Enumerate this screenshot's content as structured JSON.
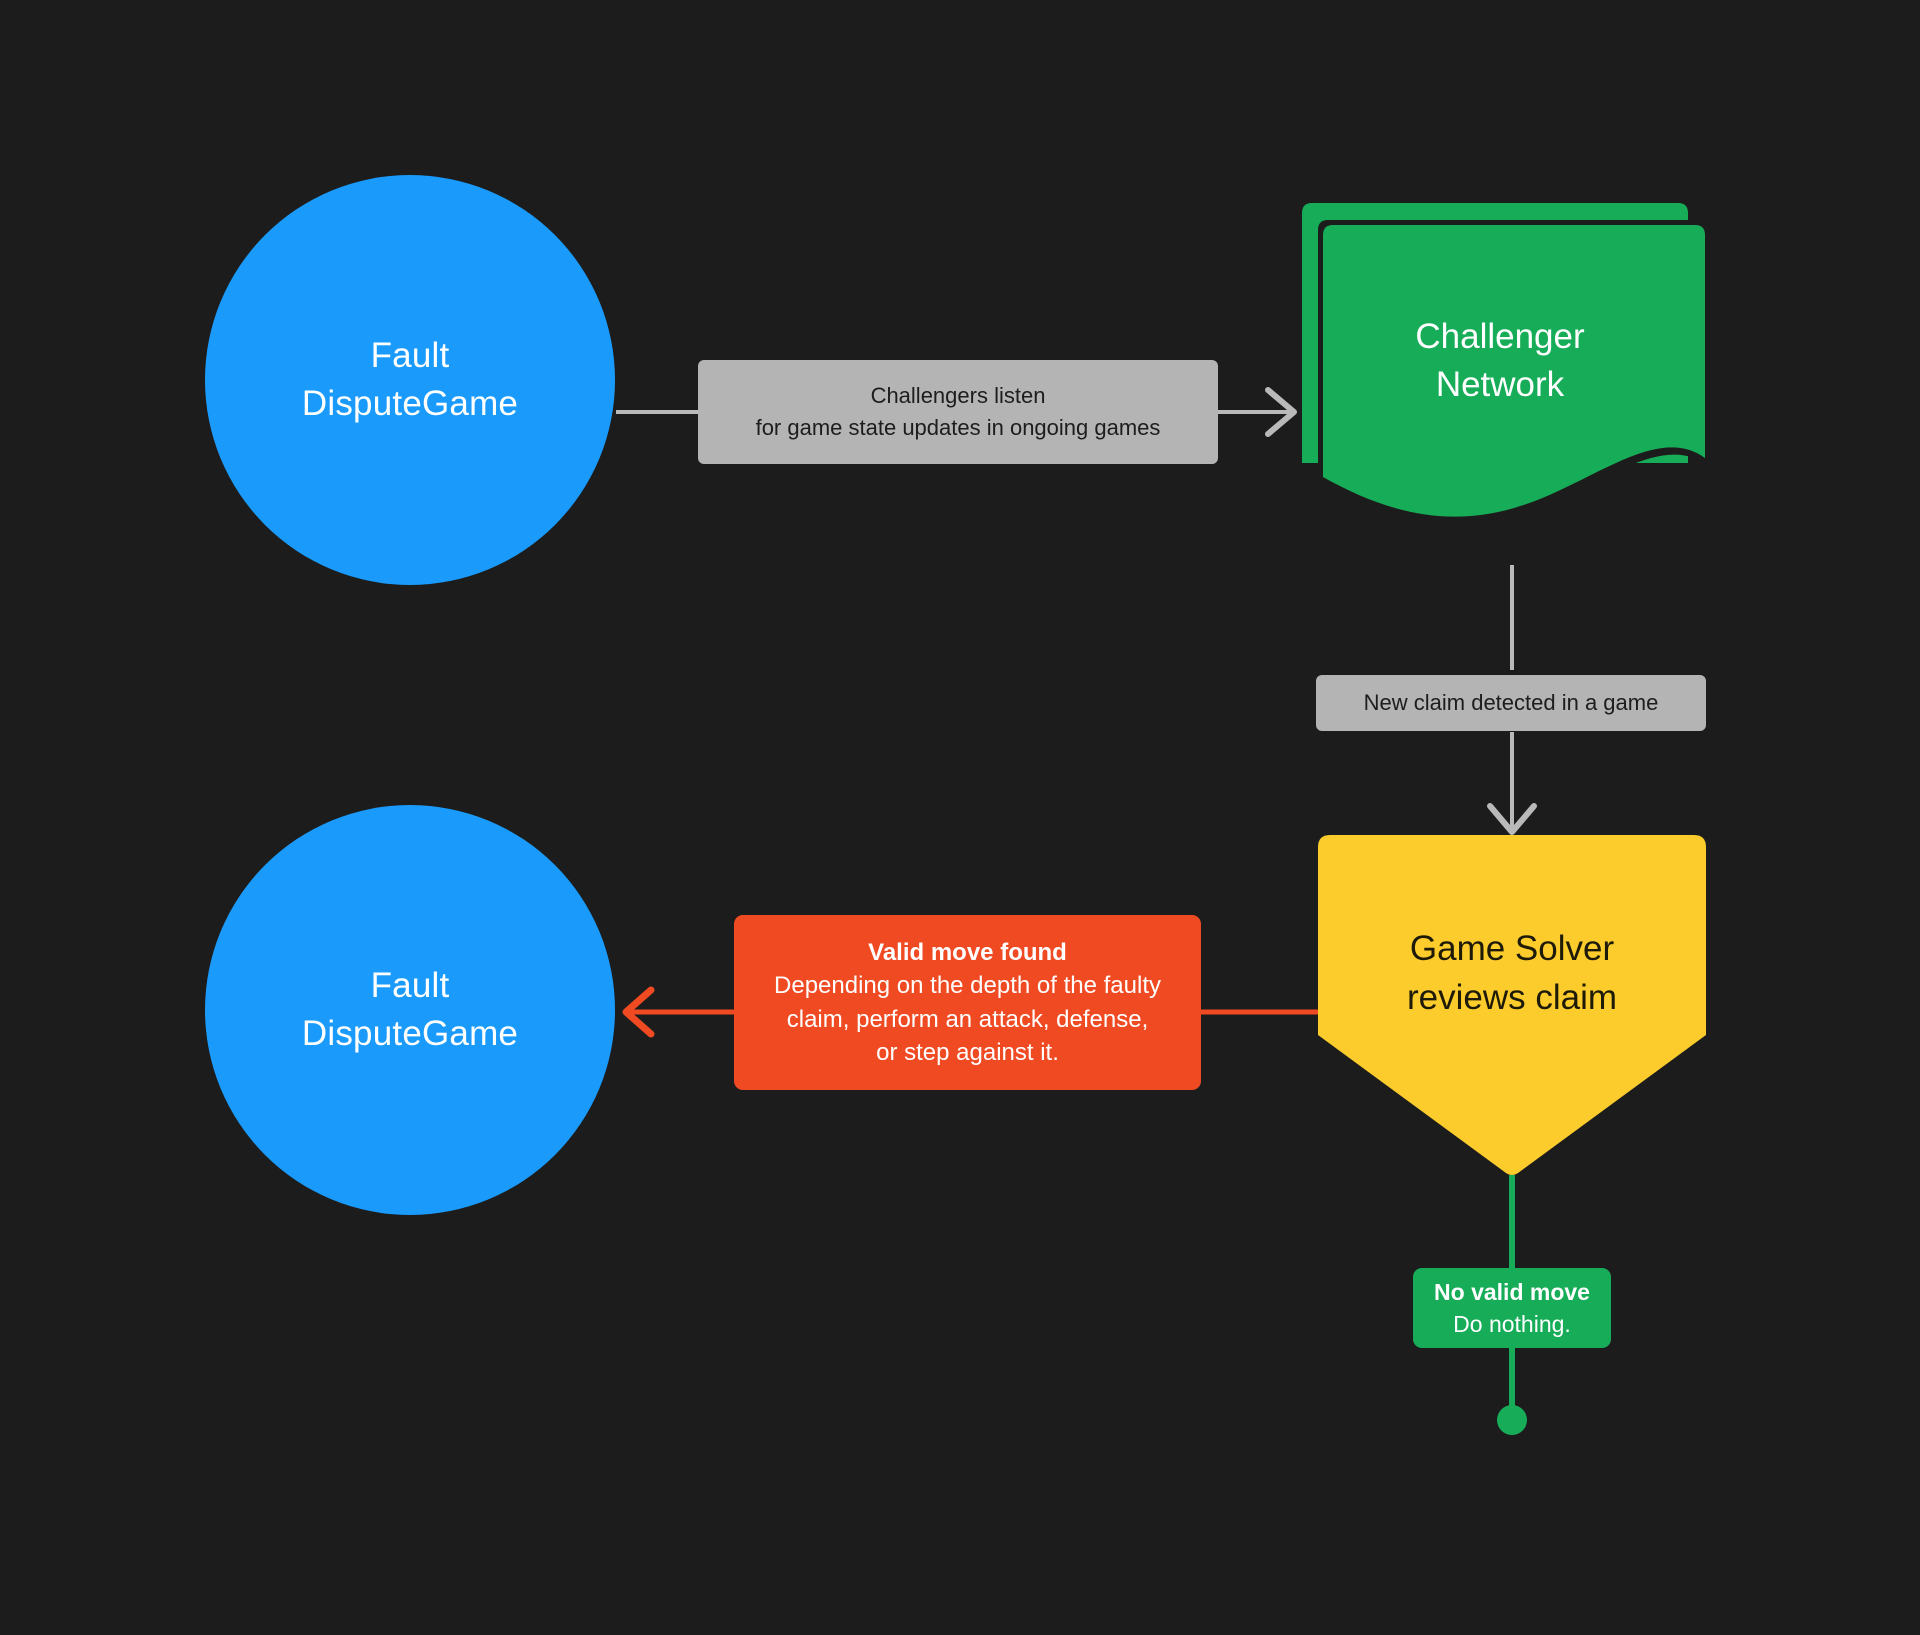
{
  "background_color": "#1c1c1c",
  "palette": {
    "blue": "#1a9bfc",
    "green": "#17ad58",
    "yellow": "#fbcc2c",
    "red": "#f04a23",
    "grey_label": "#b4b4b4",
    "grey_edge": "#b9b9b9"
  },
  "nodes": {
    "fault_dispute_game_top": {
      "line1": "Fault",
      "line2": "DisputeGame"
    },
    "challenger_network": {
      "line1": "Challenger",
      "line2": "Network"
    },
    "game_solver": {
      "line1": "Game Solver",
      "line2": "reviews claim"
    },
    "fault_dispute_game_bottom": {
      "line1": "Fault",
      "line2": "DisputeGame"
    }
  },
  "edge_labels": {
    "challengers_listen": {
      "line1": "Challengers listen",
      "line2": "for game state updates in ongoing games"
    },
    "new_claim": {
      "line1": "New claim detected in a game"
    },
    "valid_move": {
      "title": "Valid move found",
      "line1": "Depending on the depth of the faulty",
      "line2": "claim, perform an attack, defense,",
      "line3": "or step against it."
    },
    "no_valid_move": {
      "title": "No valid move",
      "line1": "Do nothing."
    }
  }
}
